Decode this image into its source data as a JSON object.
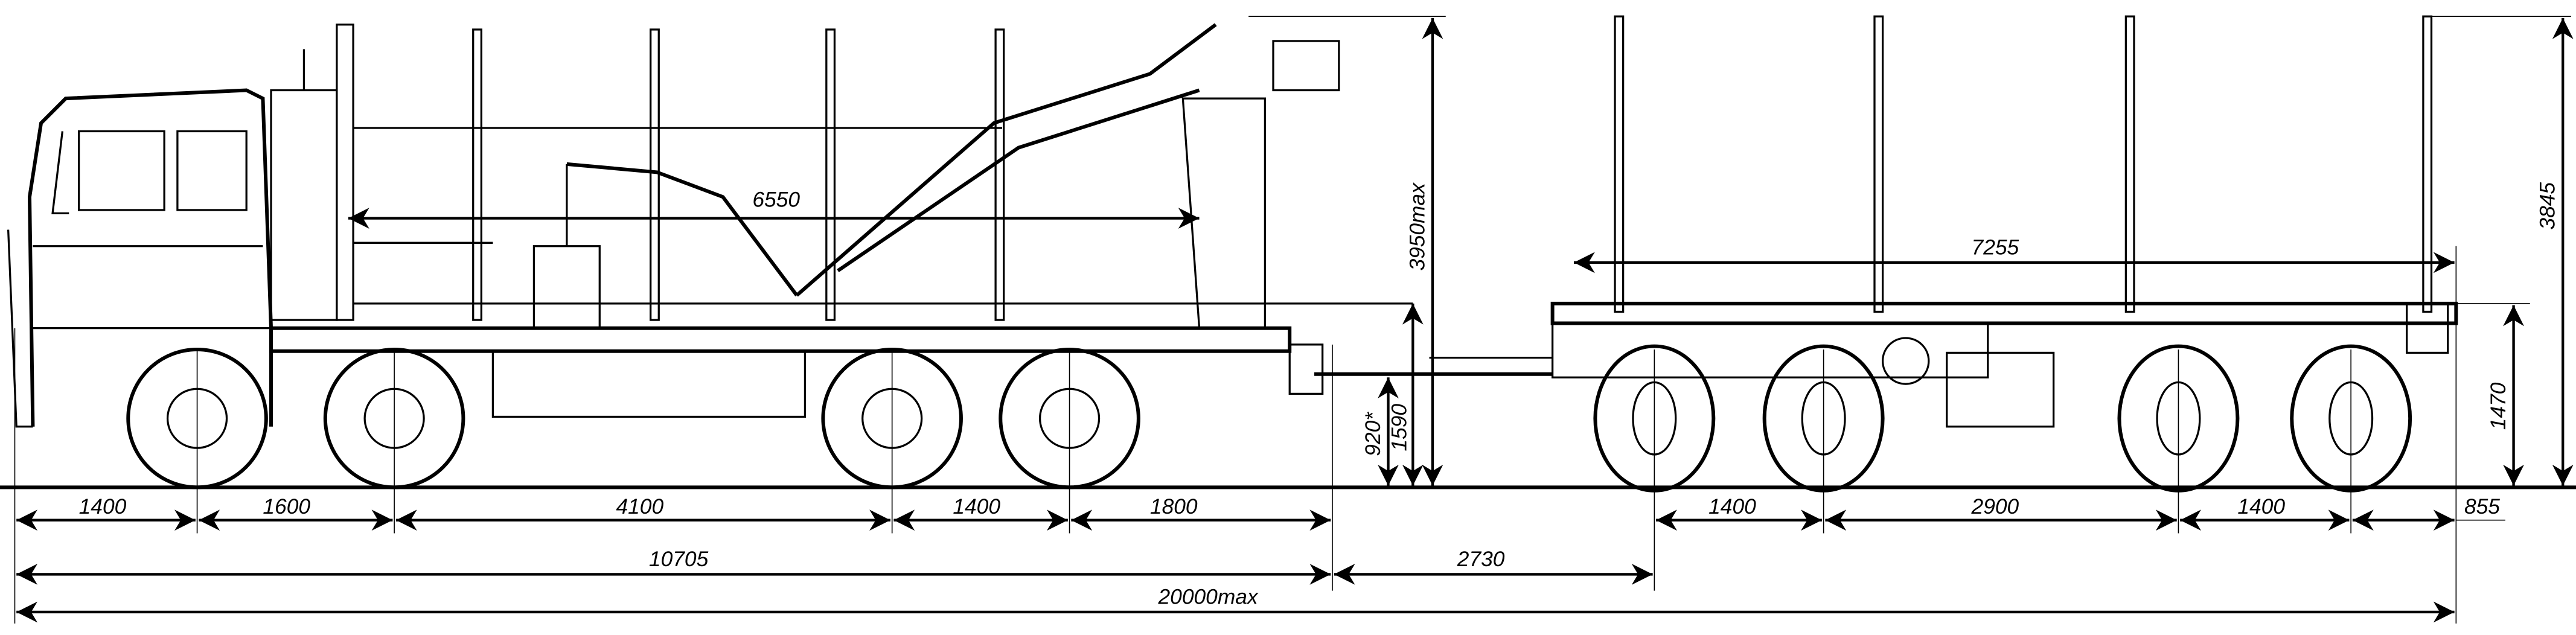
{
  "title": "Timber truck with crane and trailer – side view dimensions",
  "colors": {
    "line": "#000000",
    "background": "#ffffff"
  },
  "dimensions": {
    "truck_overhang": "1400",
    "truck_axle_1_2": "1600",
    "truck_axle_2_3": "4100",
    "truck_axle_3_4": "1400",
    "truck_rear": "1800",
    "truck_length": "10705",
    "drawbar": "2730",
    "trailer_axle_1_2": "1400",
    "trailer_axle_2_3": "2900",
    "trailer_axle_3_4": "1400",
    "trailer_rear": "855",
    "total_length": "20000max",
    "crane_reach": "6550",
    "trailer_bunk_length": "7255",
    "truck_height": "3950max",
    "trailer_height": "3845",
    "trailer_deck_height": "1470",
    "coupling_height_1": "920*",
    "coupling_height_2": "1590"
  }
}
